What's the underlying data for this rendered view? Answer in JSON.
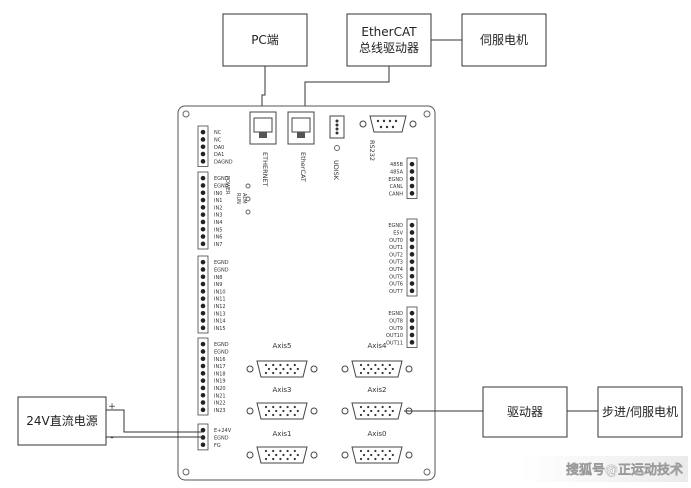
{
  "boxes": {
    "pc": "PC端",
    "ethercat_line1": "EtherCAT",
    "ethercat_line2": "总线驱动器",
    "servo_top": "伺服电机",
    "power": "24V直流电源",
    "driver": "驱动器",
    "stepper_servo": "步进/伺服电机"
  },
  "power_terminals": {
    "plus": "+",
    "minus": "-"
  },
  "ports": {
    "ethernet": "ETHERNET",
    "ethercat": "EtherCAT",
    "udisk": "UDISK",
    "rs232": "RS232"
  },
  "leds": [
    "POWER",
    "RUN",
    "ALM"
  ],
  "terminals": {
    "t1": [
      "NC",
      "NC",
      "DA0",
      "DA1",
      "DAGND"
    ],
    "t2": [
      "EGND",
      "EGND",
      "IN0",
      "IN1",
      "IN2",
      "IN3",
      "IN4",
      "IN5",
      "IN6",
      "IN7"
    ],
    "t3": [
      "EGND",
      "EGND",
      "IN8",
      "IN9",
      "IN10",
      "IN11",
      "IN12",
      "IN13",
      "IN14",
      "IN15"
    ],
    "t4": [
      "EGND",
      "EGND",
      "IN16",
      "IN17",
      "IN18",
      "IN19",
      "IN20",
      "IN21",
      "IN22",
      "IN23"
    ],
    "t5": [
      "E+24V",
      "EGND",
      "FG"
    ],
    "r1": [
      "485B",
      "485A",
      "EGND",
      "CANL",
      "CANH"
    ],
    "r2": [
      "EGND",
      "E5V",
      "OUT0",
      "OUT1",
      "OUT2",
      "OUT3",
      "OUT4",
      "OUT5",
      "OUT6",
      "OUT7"
    ],
    "r3": [
      "EGND",
      "OUT8",
      "OUT9",
      "OUT10",
      "OUT11"
    ]
  },
  "axes": [
    "Axis5",
    "Axis4",
    "Axis3",
    "Axis2",
    "Axis1",
    "Axis0"
  ],
  "watermark": "搜狐号@正运动技术"
}
